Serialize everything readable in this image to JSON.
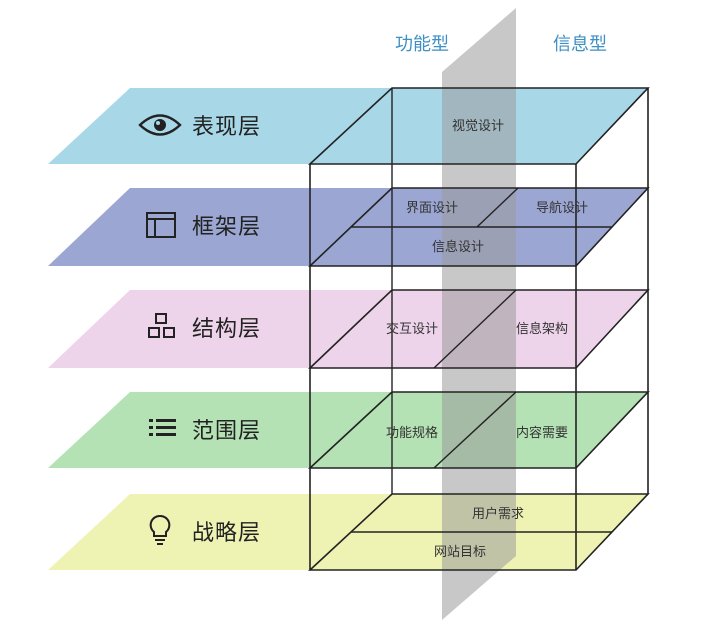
{
  "columns": {
    "functional": "功能型",
    "informational": "信息型"
  },
  "layers": [
    {
      "name": "表现层",
      "icon": "eye-icon",
      "color": "#a8d8e8",
      "cells": [
        "视觉设计"
      ]
    },
    {
      "name": "框架层",
      "icon": "window-icon",
      "color": "#9ba6d2",
      "cells": [
        "界面设计",
        "导航设计",
        "信息设计"
      ]
    },
    {
      "name": "结构层",
      "icon": "hierarchy-icon",
      "color": "#eed4ea",
      "cells": [
        "交互设计",
        "信息架构"
      ]
    },
    {
      "name": "范围层",
      "icon": "list-icon",
      "color": "#b4e2b4",
      "cells": [
        "功能规格",
        "内容需要"
      ]
    },
    {
      "name": "战略层",
      "icon": "lightbulb-icon",
      "color": "#eef3b4",
      "cells": [
        "用户需求",
        "网站目标"
      ]
    }
  ]
}
